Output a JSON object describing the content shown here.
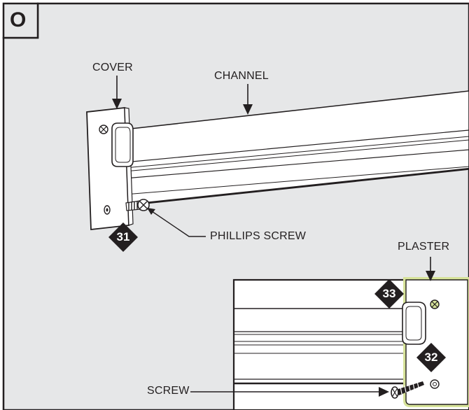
{
  "step": {
    "letter": "O"
  },
  "labels": {
    "cover": "COVER",
    "channel": "CHANNEL",
    "phillips_screw": "PHILLIPS SCREW",
    "plaster": "PLASTER",
    "screw": "SCREW"
  },
  "badges": {
    "b31": "31",
    "b32": "32",
    "b33": "33"
  },
  "colors": {
    "panel_fill": "#e6e7e8",
    "outline": "#231f20",
    "badge": "#231f20",
    "plaster_highlight": "#d7e39a",
    "channel_fill": "#ffffff"
  }
}
